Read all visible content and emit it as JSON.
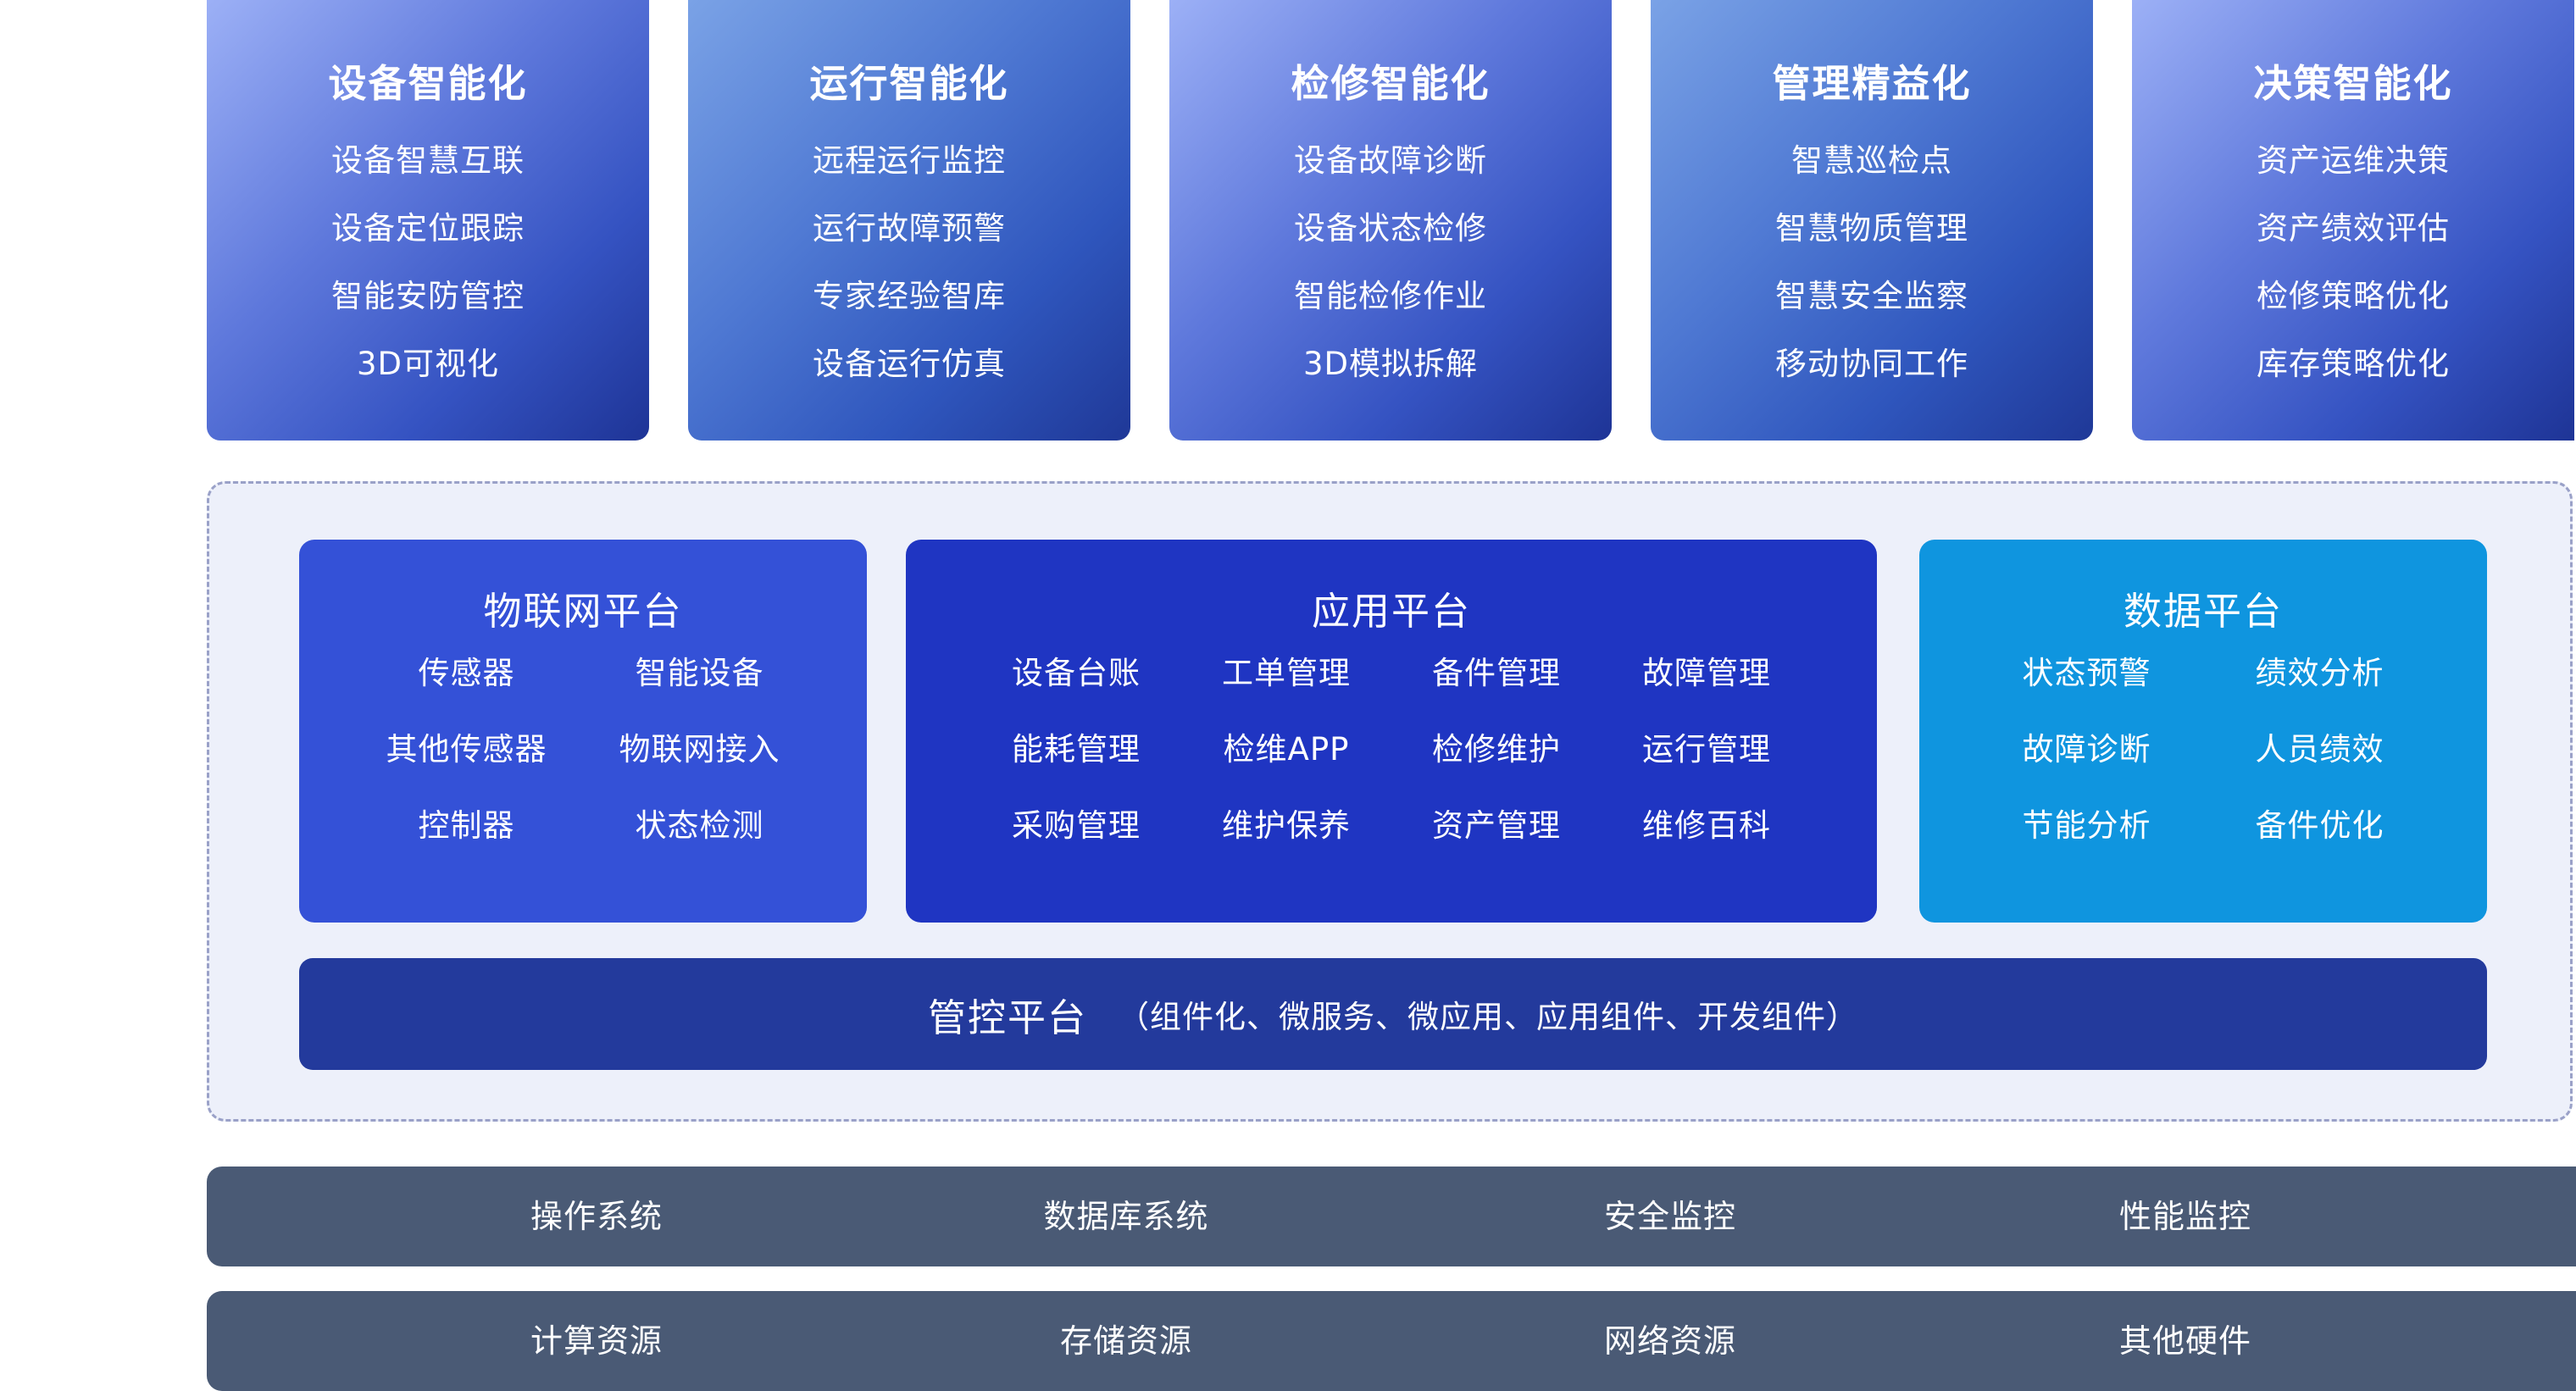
{
  "capabilities": [
    {
      "title": "设备智能化",
      "items": [
        "设备智慧互联",
        "设备定位跟踪",
        "智能安防管控",
        "3D可视化"
      ]
    },
    {
      "title": "运行智能化",
      "items": [
        "远程运行监控",
        "运行故障预警",
        "专家经验智库",
        "设备运行仿真"
      ]
    },
    {
      "title": "检修智能化",
      "items": [
        "设备故障诊断",
        "设备状态检修",
        "智能检修作业",
        "3D模拟拆解"
      ]
    },
    {
      "title": "管理精益化",
      "items": [
        "智慧巡检点",
        "智慧物质管理",
        "智慧安全监察",
        "移动协同工作"
      ]
    },
    {
      "title": "决策智能化",
      "items": [
        "资产运维决策",
        "资产绩效评估",
        "检修策略优化",
        "库存策略优化"
      ]
    }
  ],
  "platforms": {
    "iot": {
      "title": "物联网平台",
      "items": [
        "传感器",
        "智能设备",
        "其他传感器",
        "物联网接入",
        "控制器",
        "状态检测"
      ]
    },
    "app": {
      "title": "应用平台",
      "items": [
        "设备台账",
        "工单管理",
        "备件管理",
        "故障管理",
        "能耗管理",
        "检维APP",
        "检修维护",
        "运行管理",
        "采购管理",
        "维护保养",
        "资产管理",
        "维修百科"
      ]
    },
    "data": {
      "title": "数据平台",
      "items": [
        "状态预警",
        "绩效分析",
        "故障诊断",
        "人员绩效",
        "节能分析",
        "备件优化"
      ]
    },
    "control": {
      "title": "管控平台",
      "subtitle": "（组件化、微服务、微应用、应用组件、开发组件）"
    }
  },
  "infrastructure": {
    "system_layer": [
      "操作系统",
      "数据库系统",
      "安全监控",
      "性能监控"
    ],
    "resource_layer": [
      "计算资源",
      "存储资源",
      "网络资源",
      "其他硬件"
    ]
  },
  "colors": {
    "iot_panel": "#3451d7",
    "app_panel": "#1f35c2",
    "data_panel": "#0f95df",
    "control_bar": "#233a9c",
    "infra_bar": "#4a5a75",
    "zone_background": "#edf0fa",
    "zone_border": "#9aa1c8"
  }
}
